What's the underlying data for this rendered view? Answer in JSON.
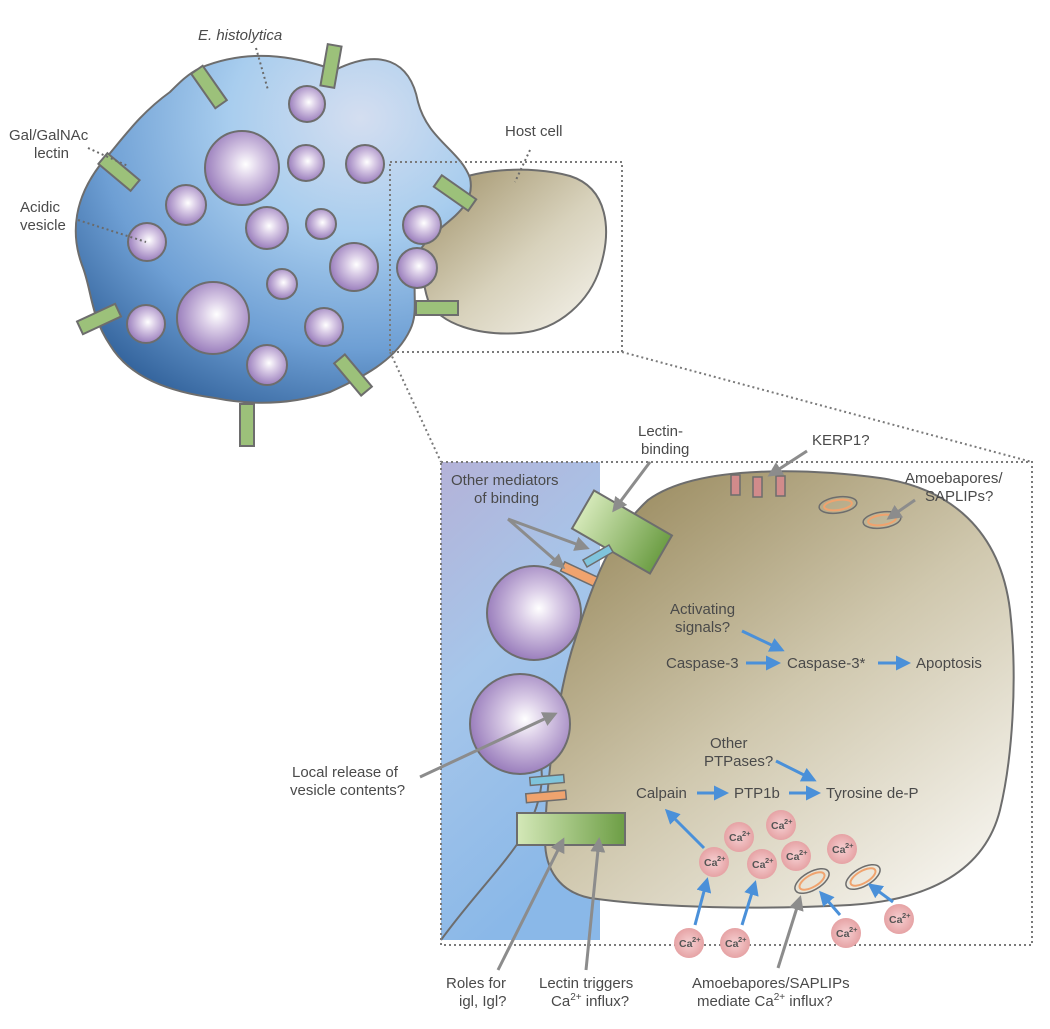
{
  "colors": {
    "amoeba_dark": "#2f5f98",
    "amoeba_light": "#a8cdee",
    "amoeba_pale": "#b3b3d8",
    "host_dark": "#9e8f66",
    "host_light": "#f5f3ec",
    "outline": "#6d6d6d",
    "lectin": "#9cc17a",
    "vesicle": "#a58bc4",
    "calcium": "#e8a3a5",
    "kerp": "#d18b8b",
    "blue_arrow": "#4a90d9",
    "grey_arrow": "#8c8c8c",
    "blue_mediator": "#7fc4dc",
    "orange_mediator": "#f0a36e"
  },
  "labels": {
    "organism": "E. histolytica",
    "lectin_l1": "Gal/GalNAc",
    "lectin_l2": "lectin",
    "vesicle_l1": "Acidic",
    "vesicle_l2": "vesicle",
    "host_cell": "Host cell",
    "lectin_binding_l1": "Lectin-",
    "lectin_binding_l2": "binding",
    "kerp1": "KERP1?",
    "amoebapores_l1": "Amoebapores/",
    "amoebapores_l2": "SAPLIPs?",
    "other_mediators_l1": "Other mediators",
    "other_mediators_l2": "of binding",
    "activating_l1": "Activating",
    "activating_l2": "signals?",
    "caspase3": "Caspase-3",
    "caspase3_star": "Caspase-3*",
    "apoptosis": "Apoptosis",
    "other_ptpases_l1": "Other",
    "other_ptpases_l2": "PTPases?",
    "calpain": "Calpain",
    "ptp1b": "PTP1b",
    "tyrosine": "Tyrosine de-P",
    "local_release_l1": "Local release of",
    "local_release_l2": "vesicle contents?",
    "roles_l1": "Roles for",
    "roles_l2": "igl, Igl?",
    "lectin_triggers_l1": "Lectin triggers",
    "lectin_triggers_l2a": "Ca",
    "lectin_triggers_l2sup": "2+",
    "lectin_triggers_l2b": " influx?",
    "amoebapores_mediate_l1": "Amoebapores/SAPLIPs",
    "amoebapores_mediate_l2a": "mediate Ca",
    "amoebapores_mediate_l2sup": "2+",
    "amoebapores_mediate_l2b": " influx?",
    "calcium_base": "Ca",
    "calcium_sup": "2+"
  }
}
